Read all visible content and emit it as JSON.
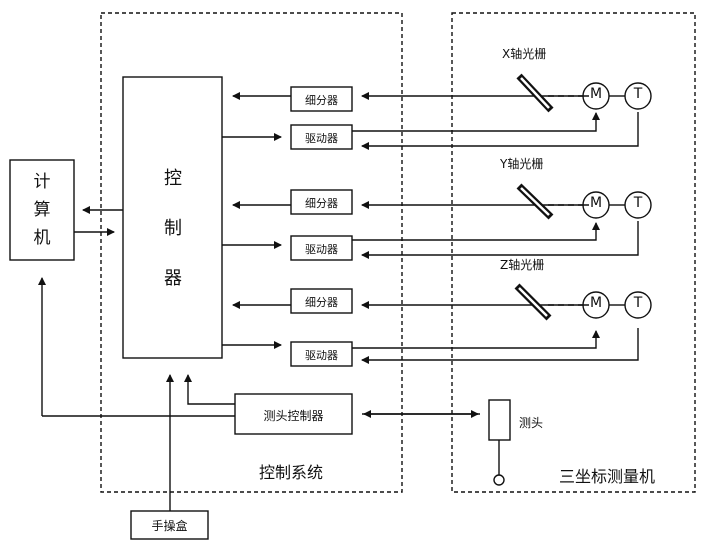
{
  "blocks": {
    "computer": [
      "计",
      "算",
      "机"
    ],
    "controller": [
      "控",
      "制",
      "器"
    ],
    "subdivider": "细分器",
    "driver": "驱动器",
    "probe_controller": "测头控制器",
    "handbox": "手操盒"
  },
  "regions": {
    "control_system": "控制系统",
    "cmm": "三坐标测量机"
  },
  "axes": [
    {
      "grating": "X轴光栅",
      "motor": "M",
      "tach": "T"
    },
    {
      "grating": "Y轴光栅",
      "motor": "M",
      "tach": "T"
    },
    {
      "grating": "Z轴光栅",
      "motor": "M",
      "tach": "T"
    }
  ],
  "probe_label": "测头"
}
